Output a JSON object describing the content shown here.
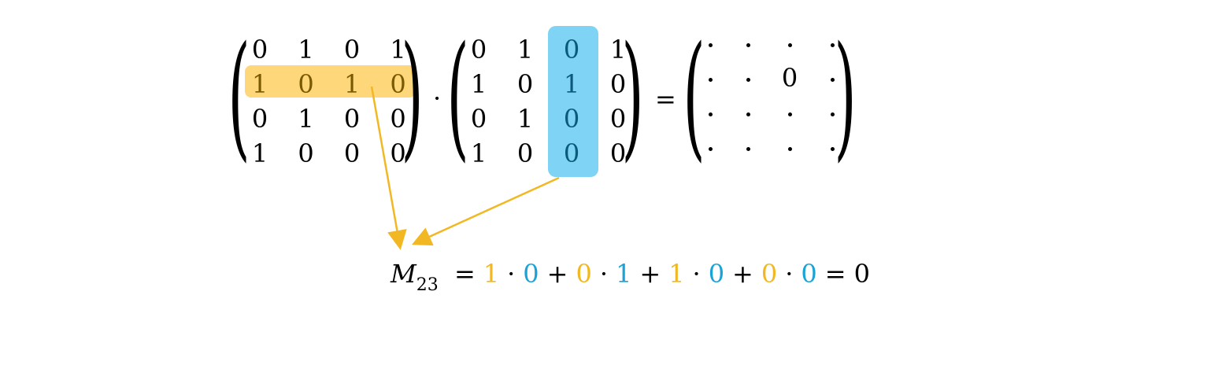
{
  "matrixA": {
    "rows": [
      [
        "0",
        "1",
        "0",
        "1"
      ],
      [
        "1",
        "0",
        "1",
        "0"
      ],
      [
        "0",
        "1",
        "0",
        "0"
      ],
      [
        "1",
        "0",
        "0",
        "0"
      ]
    ],
    "highlighted_row": 1,
    "highlight_color": "#fdd77a",
    "highlight_text_color": "#7a5a00"
  },
  "operators": {
    "dot": "·",
    "equals": "="
  },
  "matrixB": {
    "rows": [
      [
        "0",
        "1",
        "0",
        "1"
      ],
      [
        "1",
        "0",
        "1",
        "0"
      ],
      [
        "0",
        "1",
        "0",
        "0"
      ],
      [
        "1",
        "0",
        "0",
        "0"
      ]
    ],
    "highlighted_col": 2,
    "highlight_color": "#7fd3f5",
    "highlight_text_color": "#0b5a7a"
  },
  "result": {
    "known_cell": {
      "row": 1,
      "col": 2,
      "value": "0"
    },
    "placeholder": "·"
  },
  "equation": {
    "lhs": "M",
    "subscript": "23",
    "terms": [
      {
        "a": "1",
        "b": "0"
      },
      {
        "a": "0",
        "b": "1"
      },
      {
        "a": "1",
        "b": "0"
      },
      {
        "a": "0",
        "b": "0"
      }
    ],
    "times": "·",
    "plus": "+",
    "equals": "=",
    "result": "0",
    "color_a": "#f2b824",
    "color_b": "#1aa3d6"
  },
  "arrows": {
    "color": "#f2b824"
  }
}
